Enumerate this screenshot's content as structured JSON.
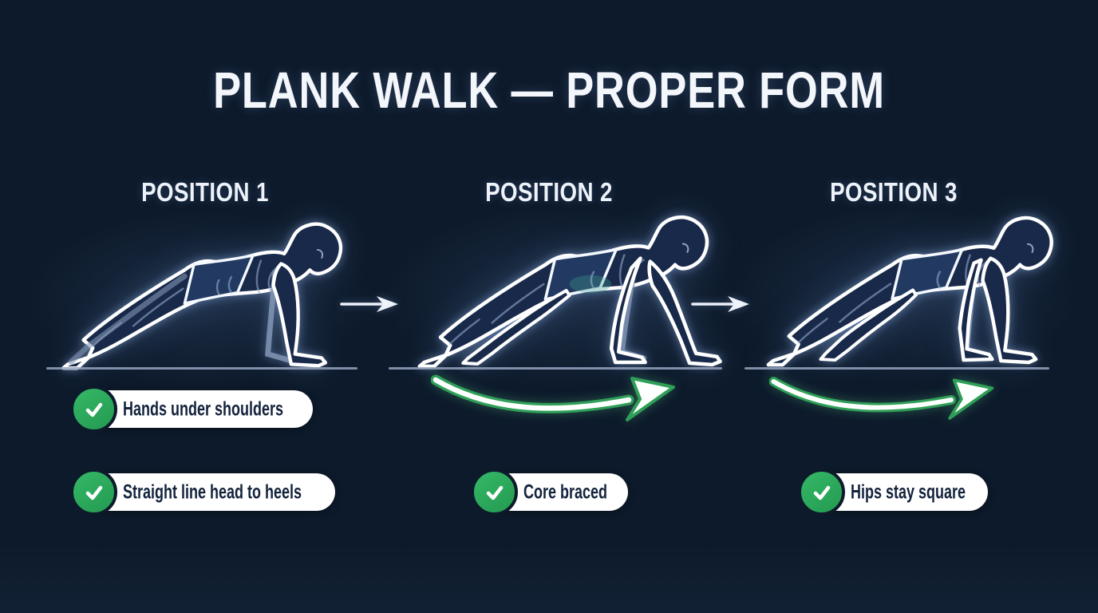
{
  "title": "PLANK WALK — PROPER FORM",
  "positions": [
    {
      "label": "POSITION 1"
    },
    {
      "label": "POSITION 2"
    },
    {
      "label": "POSITION 3"
    }
  ],
  "checklist": [
    {
      "label": "Hands under shoulders",
      "icon": "check-icon"
    },
    {
      "label": "Straight line head to heels",
      "icon": "check-icon"
    },
    {
      "label": "Core braced",
      "icon": "check-icon"
    },
    {
      "label": "Hips stay square",
      "icon": "check-icon"
    }
  ],
  "colors": {
    "background": "#0d1a2b",
    "accent_green": "#2aa65a",
    "swoosh_edge": "#2f9e57",
    "badge_text": "#13233c",
    "figure_outline": "#ffffff",
    "floor_line": "#94a3bf"
  }
}
